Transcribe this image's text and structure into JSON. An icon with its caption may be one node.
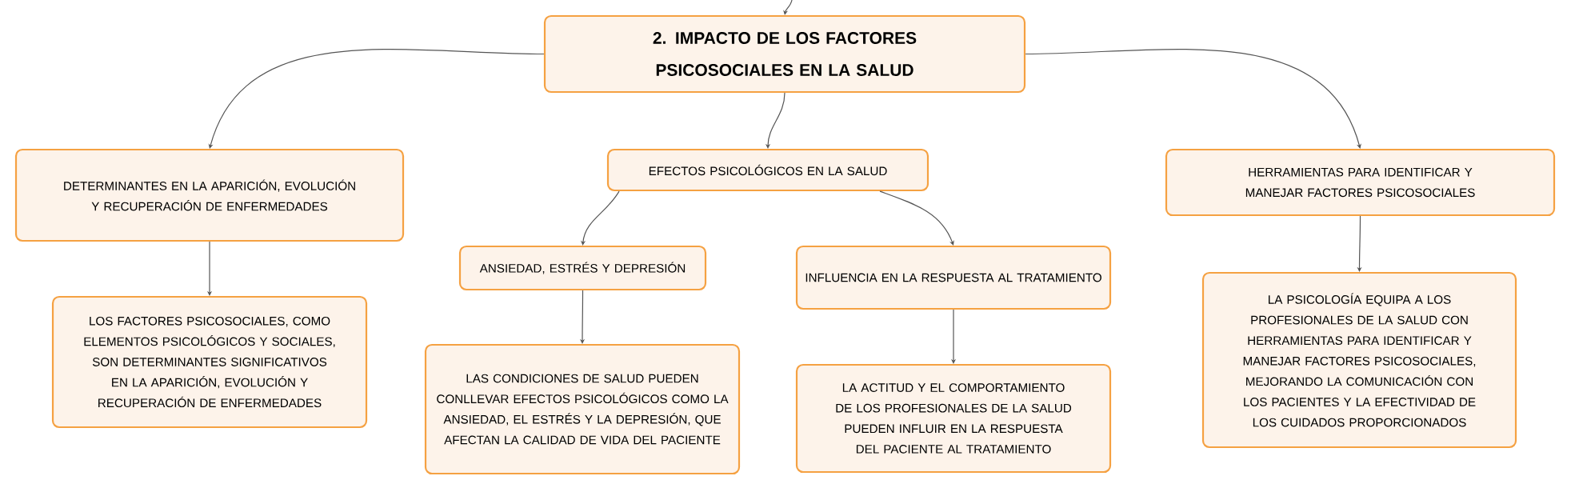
{
  "diagram": {
    "nodes": [
      {
        "text": [
          "2. IMPACTO DE LOS FACTORES PSICOSOCIALES EN LA SALUD"
        ]
      },
      {
        "text": [
          "DETERMINANTES EN LA APARICIÓN, EVOLUCIÓN Y RECUPERACIÓN DE ENFERMEDADES"
        ]
      },
      {
        "text": [
          "EFECTOS PSICOLÓGICOS EN LA SALUD"
        ]
      },
      {
        "text": [
          "HERRAMIENTAS PARA IDENTIFICAR Y MANEJAR FACTORES PSICOSOCIALES"
        ]
      },
      {
        "text": [
          "LOS FACTORES PSICOSOCIALES, COMO ELEMENTOS PSICOLÓGICOS Y SOCIALES, SON DETERMINANTES SIGNIFICATIVOS EN LA APARICIÓN, EVOLUCIÓN Y RECUPERACIÓN DE ENFERMEDADES"
        ]
      },
      {
        "text": [
          "ANSIEDAD, ESTRÉS Y DEPRESIÓN"
        ]
      },
      {
        "text": [
          "INFLUENCIA EN LA RESPUESTA AL TRATAMIENTO"
        ]
      },
      {
        "text": [
          "LAS CONDICIONES DE SALUD PUEDEN CONLLEVAR EFECTOS PSICOLÓGICOS COMO LA ANSIEDAD, EL ESTRÉS Y LA DEPRESIÓN, QUE AFECTAN LA CALIDAD DE VIDA DEL PACIENTE"
        ]
      },
      {
        "text": [
          "LA ACTITUD Y EL COMPORTAMIENTO DE LOS PROFESIONALES DE LA SALUD PUEDEN INFLUIR EN LA RESPUESTA DEL PACIENTE AL TRATAMIENTO"
        ]
      },
      {
        "text": [
          "LA PSICOLOGÍA EQUIPA A LOS PROFESIONALES DE LA SALUD CON HERRAMIENTAS PARA IDENTIFICAR Y MANEJAR FACTORES PSICOSOCIALES, MEJORANDO LA COMUNICACIÓN CON LOS PACIENTES Y LA EFECTIVIDAD DE LOS CUIDADOS PROPORCIONADOS"
        ]
      }
    ],
    "edges": [
      {
        "from": null,
        "to": 0,
        "arrow": "to"
      },
      {
        "from": 0,
        "to": 1,
        "arrow": "to"
      },
      {
        "from": 0,
        "to": 2,
        "arrow": "to"
      },
      {
        "from": 0,
        "to": 3,
        "arrow": "to"
      },
      {
        "from": 1,
        "to": 4,
        "arrow": "to"
      },
      {
        "from": 2,
        "to": 5,
        "arrow": "to"
      },
      {
        "from": 2,
        "to": 6,
        "arrow": "to"
      },
      {
        "from": 3,
        "to": 9,
        "arrow": "to"
      },
      {
        "from": 5,
        "to": 7,
        "arrow": "to"
      },
      {
        "from": 6,
        "to": 8,
        "arrow": "to"
      }
    ]
  }
}
